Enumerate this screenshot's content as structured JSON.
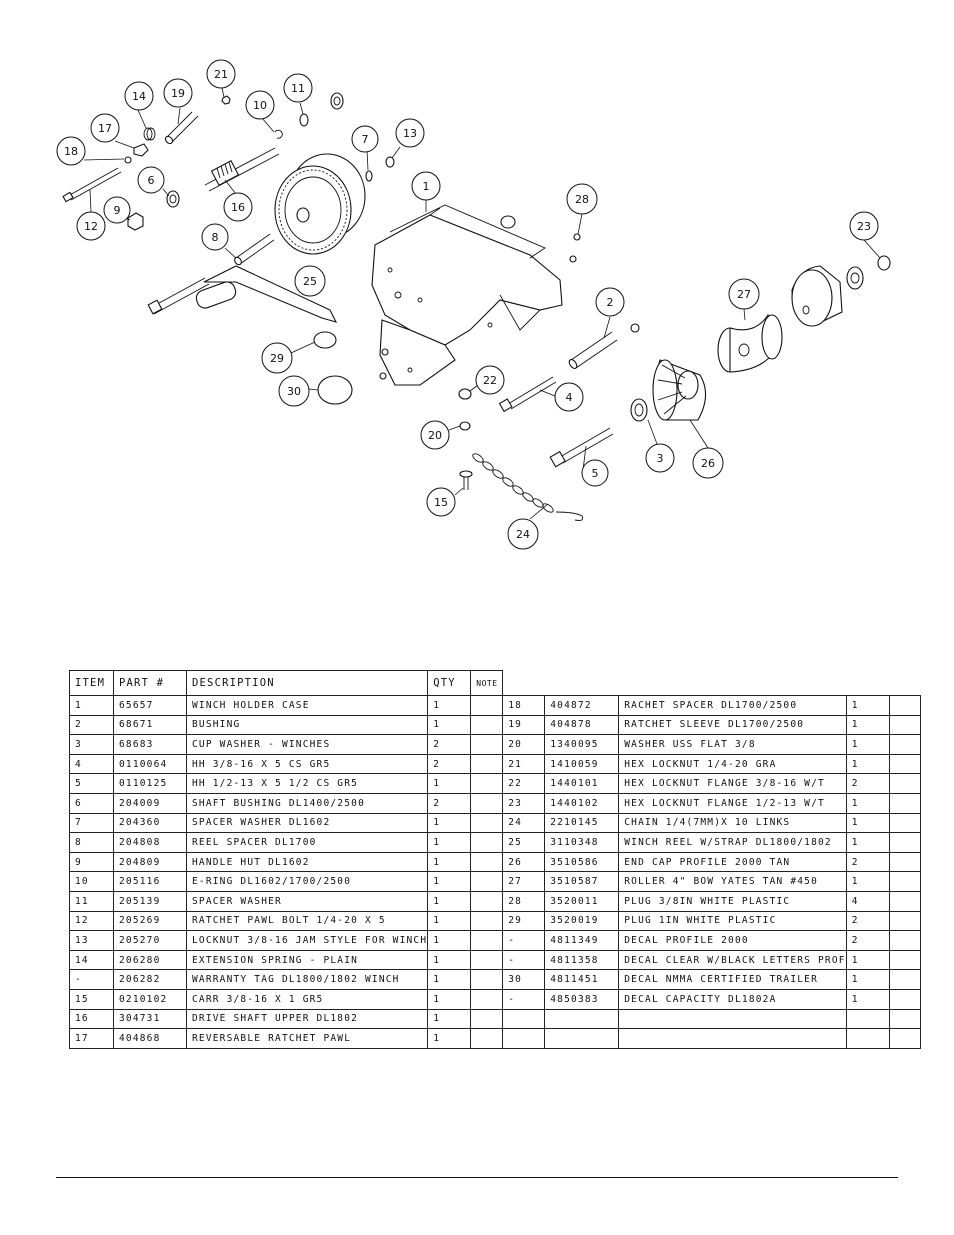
{
  "diagram": {
    "balloons": [
      "1",
      "2",
      "3",
      "4",
      "5",
      "6",
      "7",
      "8",
      "9",
      "10",
      "11",
      "12",
      "13",
      "14",
      "15",
      "16",
      "17",
      "18",
      "19",
      "20",
      "21",
      "22",
      "23",
      "24",
      "25",
      "26",
      "27",
      "28",
      "29",
      "30"
    ]
  },
  "table": {
    "headers": [
      "ITEM",
      "PART #",
      "DESCRIPTION",
      "QTY",
      "NOTE"
    ],
    "left_rows": [
      [
        "1",
        "65657",
        "WINCH HOLDER CASE",
        "1",
        ""
      ],
      [
        "2",
        "68671",
        "BUSHING",
        "1",
        ""
      ],
      [
        "3",
        "68683",
        "CUP WASHER - WINCHES",
        "2",
        ""
      ],
      [
        "4",
        "0110064",
        "HH 3/8-16 X 5 CS GR5",
        "2",
        ""
      ],
      [
        "5",
        "0110125",
        "HH 1/2-13 X 5 1/2 CS GR5",
        "1",
        ""
      ],
      [
        "6",
        "204009",
        "SHAFT BUSHING  DL1400/2500",
        "2",
        ""
      ],
      [
        "7",
        "204360",
        "SPACER WASHER  DL1602",
        "1",
        ""
      ],
      [
        "8",
        "204808",
        "REEL SPACER  DL1700",
        "1",
        ""
      ],
      [
        "9",
        "204809",
        "HANDLE HUT  DL1602",
        "1",
        ""
      ],
      [
        "10",
        "205116",
        "E-RING DL1602/1700/2500",
        "1",
        ""
      ],
      [
        "11",
        "205139",
        "SPACER WASHER",
        "1",
        ""
      ],
      [
        "12",
        "205269",
        "RATCHET PAWL BOLT 1/4-20 X 5",
        "1",
        ""
      ],
      [
        "13",
        "205270",
        "LOCKNUT 3/8-16 JAM STYLE FOR WINCH",
        "1",
        ""
      ],
      [
        "14",
        "206280",
        "EXTENSION SPRING - PLAIN",
        "1",
        ""
      ],
      [
        "-",
        "206282",
        "WARRANTY TAG DL1800/1802 WINCH",
        "1",
        ""
      ],
      [
        "15",
        "0210102",
        "CARR 3/8-16 X 1 GR5",
        "1",
        ""
      ],
      [
        "16",
        "304731",
        "DRIVE SHAFT UPPER  DL1802",
        "1",
        ""
      ],
      [
        "17",
        "404868",
        "REVERSABLE RATCHET PAWL",
        "1",
        ""
      ]
    ],
    "right_rows": [
      [
        "18",
        "404872",
        "RACHET SPACER  DL1700/2500",
        "1",
        ""
      ],
      [
        "19",
        "404878",
        "RATCHET SLEEVE  DL1700/2500",
        "1",
        ""
      ],
      [
        "20",
        "1340095",
        "WASHER USS FLAT 3/8",
        "1",
        ""
      ],
      [
        "21",
        "1410059",
        "HEX LOCKNUT 1/4-20 GRA",
        "1",
        ""
      ],
      [
        "22",
        "1440101",
        "HEX LOCKNUT FLANGE 3/8-16 W/T",
        "2",
        ""
      ],
      [
        "23",
        "1440102",
        "HEX LOCKNUT FLANGE 1/2-13 W/T",
        "1",
        ""
      ],
      [
        "24",
        "2210145",
        "CHAIN 1/4(7MM)X 10 LINKS",
        "1",
        ""
      ],
      [
        "25",
        "3110348",
        "WINCH REEL W/STRAP  DL1800/1802",
        "1",
        ""
      ],
      [
        "26",
        "3510586",
        "END CAP PROFILE 2000 TAN",
        "2",
        ""
      ],
      [
        "27",
        "3510587",
        "ROLLER 4\" BOW YATES TAN #450",
        "1",
        ""
      ],
      [
        "28",
        "3520011",
        "PLUG  3/8IN WHITE PLASTIC",
        "4",
        ""
      ],
      [
        "29",
        "3520019",
        "PLUG  1IN WHITE PLASTIC",
        "2",
        ""
      ],
      [
        "-",
        "4811349",
        "DECAL PROFILE 2000",
        "2",
        ""
      ],
      [
        "-",
        "4811358",
        "DECAL CLEAR W/BLACK LETTERS PROF",
        "1",
        ""
      ],
      [
        "30",
        "4811451",
        " DECAL NMMA CERTIFIED TRAILER",
        "1",
        ""
      ],
      [
        "-",
        "4850383",
        "DECAL CAPACITY DL1802A",
        "1",
        ""
      ],
      [
        "",
        "",
        "",
        "",
        ""
      ],
      [
        "",
        "",
        "",
        "",
        ""
      ]
    ]
  }
}
